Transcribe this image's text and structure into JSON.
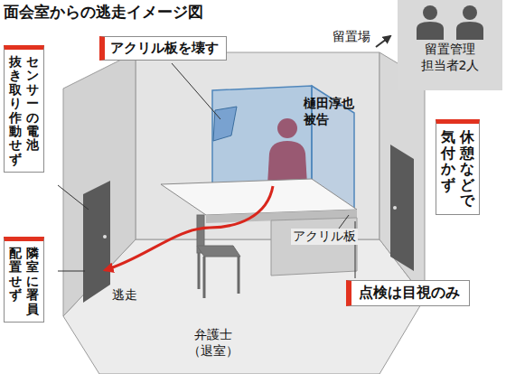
{
  "diagram": {
    "title": "面会室からの逃走イメージ図",
    "nodes": [
      {
        "text": [
          "アクリル板を壊す"
        ]
      },
      {
        "text": [
          "センサーの電池 抜き取り作動せず"
        ]
      },
      {
        "text": [
          "留置管理 担当者2人"
        ]
      },
      {
        "text": [
          "休憩などで 気付かず"
        ]
      },
      {
        "text": [
          "隣室に署員 配置せず"
        ]
      },
      {
        "text": [
          "点検は目視のみ"
        ]
      }
    ],
    "labels": [
      "留置場",
      "樋田淳也 被告",
      "アクリル板",
      "逃走",
      "弁護士 （退室）"
    ]
  }
}
